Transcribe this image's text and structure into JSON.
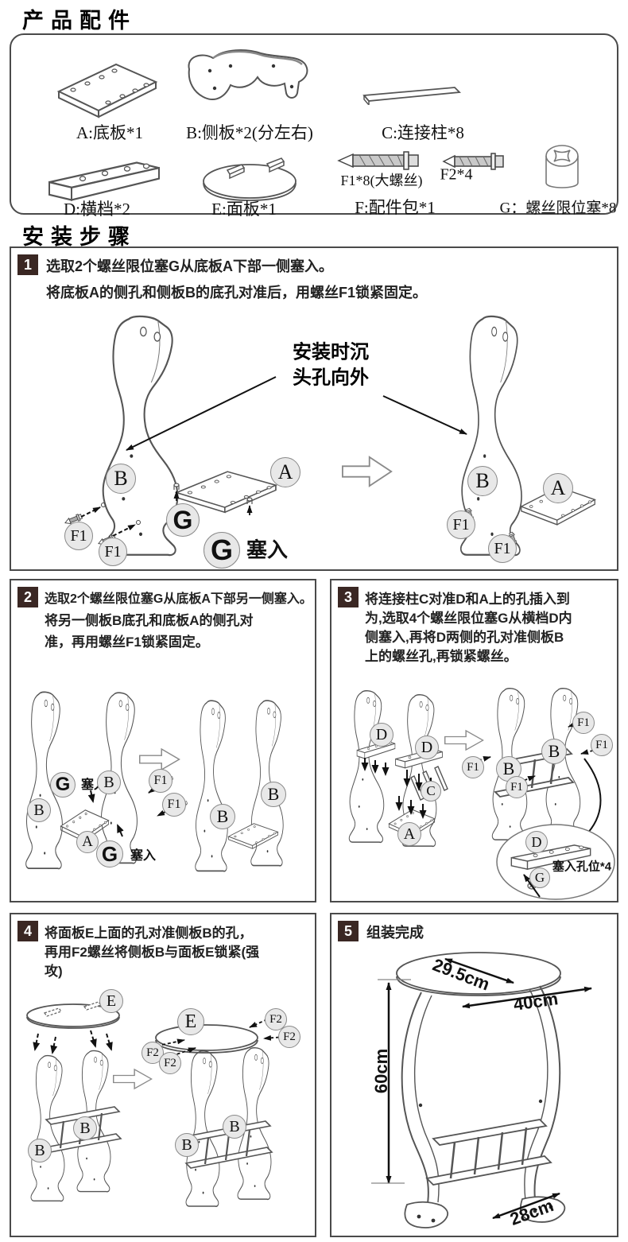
{
  "header": {
    "parts_title": "产品配件",
    "steps_title": "安装步骤"
  },
  "parts": {
    "a_label": "A:底板*1",
    "b_label": "B:侧板*2(分左右)",
    "c_label": "C:连接柱*8",
    "d_label": "D:横档*2",
    "e_label": "E:面板*1",
    "f_label": "F:配件包*1",
    "f1_label": "F1*8(大螺丝)",
    "f2_label": "F2*4",
    "g_label": "G：螺丝限位塞*8"
  },
  "steps": {
    "s1": {
      "num": "1",
      "line1": "选取2个螺丝限位塞G从底板A下部一侧塞入。",
      "line2": "将底板A的侧孔和侧板B的底孔对准后，用螺丝F1锁紧固定。",
      "note_line1": "安装时沉",
      "note_line2": "头孔向外"
    },
    "s2": {
      "num": "2",
      "line1": "选取2个螺丝限位塞G从底板A下部另一侧塞入。",
      "line2": "将另一侧板B底孔和底板A的侧孔对",
      "line3": "准，再用螺丝F1锁紧固定。"
    },
    "s3": {
      "num": "3",
      "line1": "将连接柱C对准D和A上的孔插入到",
      "line2": "为,选取4个螺丝限位塞G从横档D内",
      "line3": "侧塞入,再将D两侧的孔对准侧板B",
      "line4": "上的螺丝孔,再锁紧螺丝。"
    },
    "s4": {
      "num": "4",
      "line1": "将面板E上面的孔对准侧板B的孔，",
      "line2": "再用F2螺丝将侧板B与面板E锁紧(强",
      "line3": "攻)"
    },
    "s5": {
      "num": "5",
      "title": "组装完成"
    }
  },
  "labels": {
    "A": "A",
    "B": "B",
    "C": "C",
    "D": "D",
    "E": "E",
    "G": "G",
    "F1": "F1",
    "F2": "F2",
    "insert": "塞入",
    "insert_holes": "塞入孔位*4"
  },
  "dims": {
    "top_d": "29.5cm",
    "table_d": "40cm",
    "height": "60cm",
    "base_w": "28cm"
  },
  "colors": {
    "badge_bg": "#3a2723",
    "circle_fill": "#e8e8e8",
    "line": "#555555",
    "border": "#4a4a4a"
  }
}
